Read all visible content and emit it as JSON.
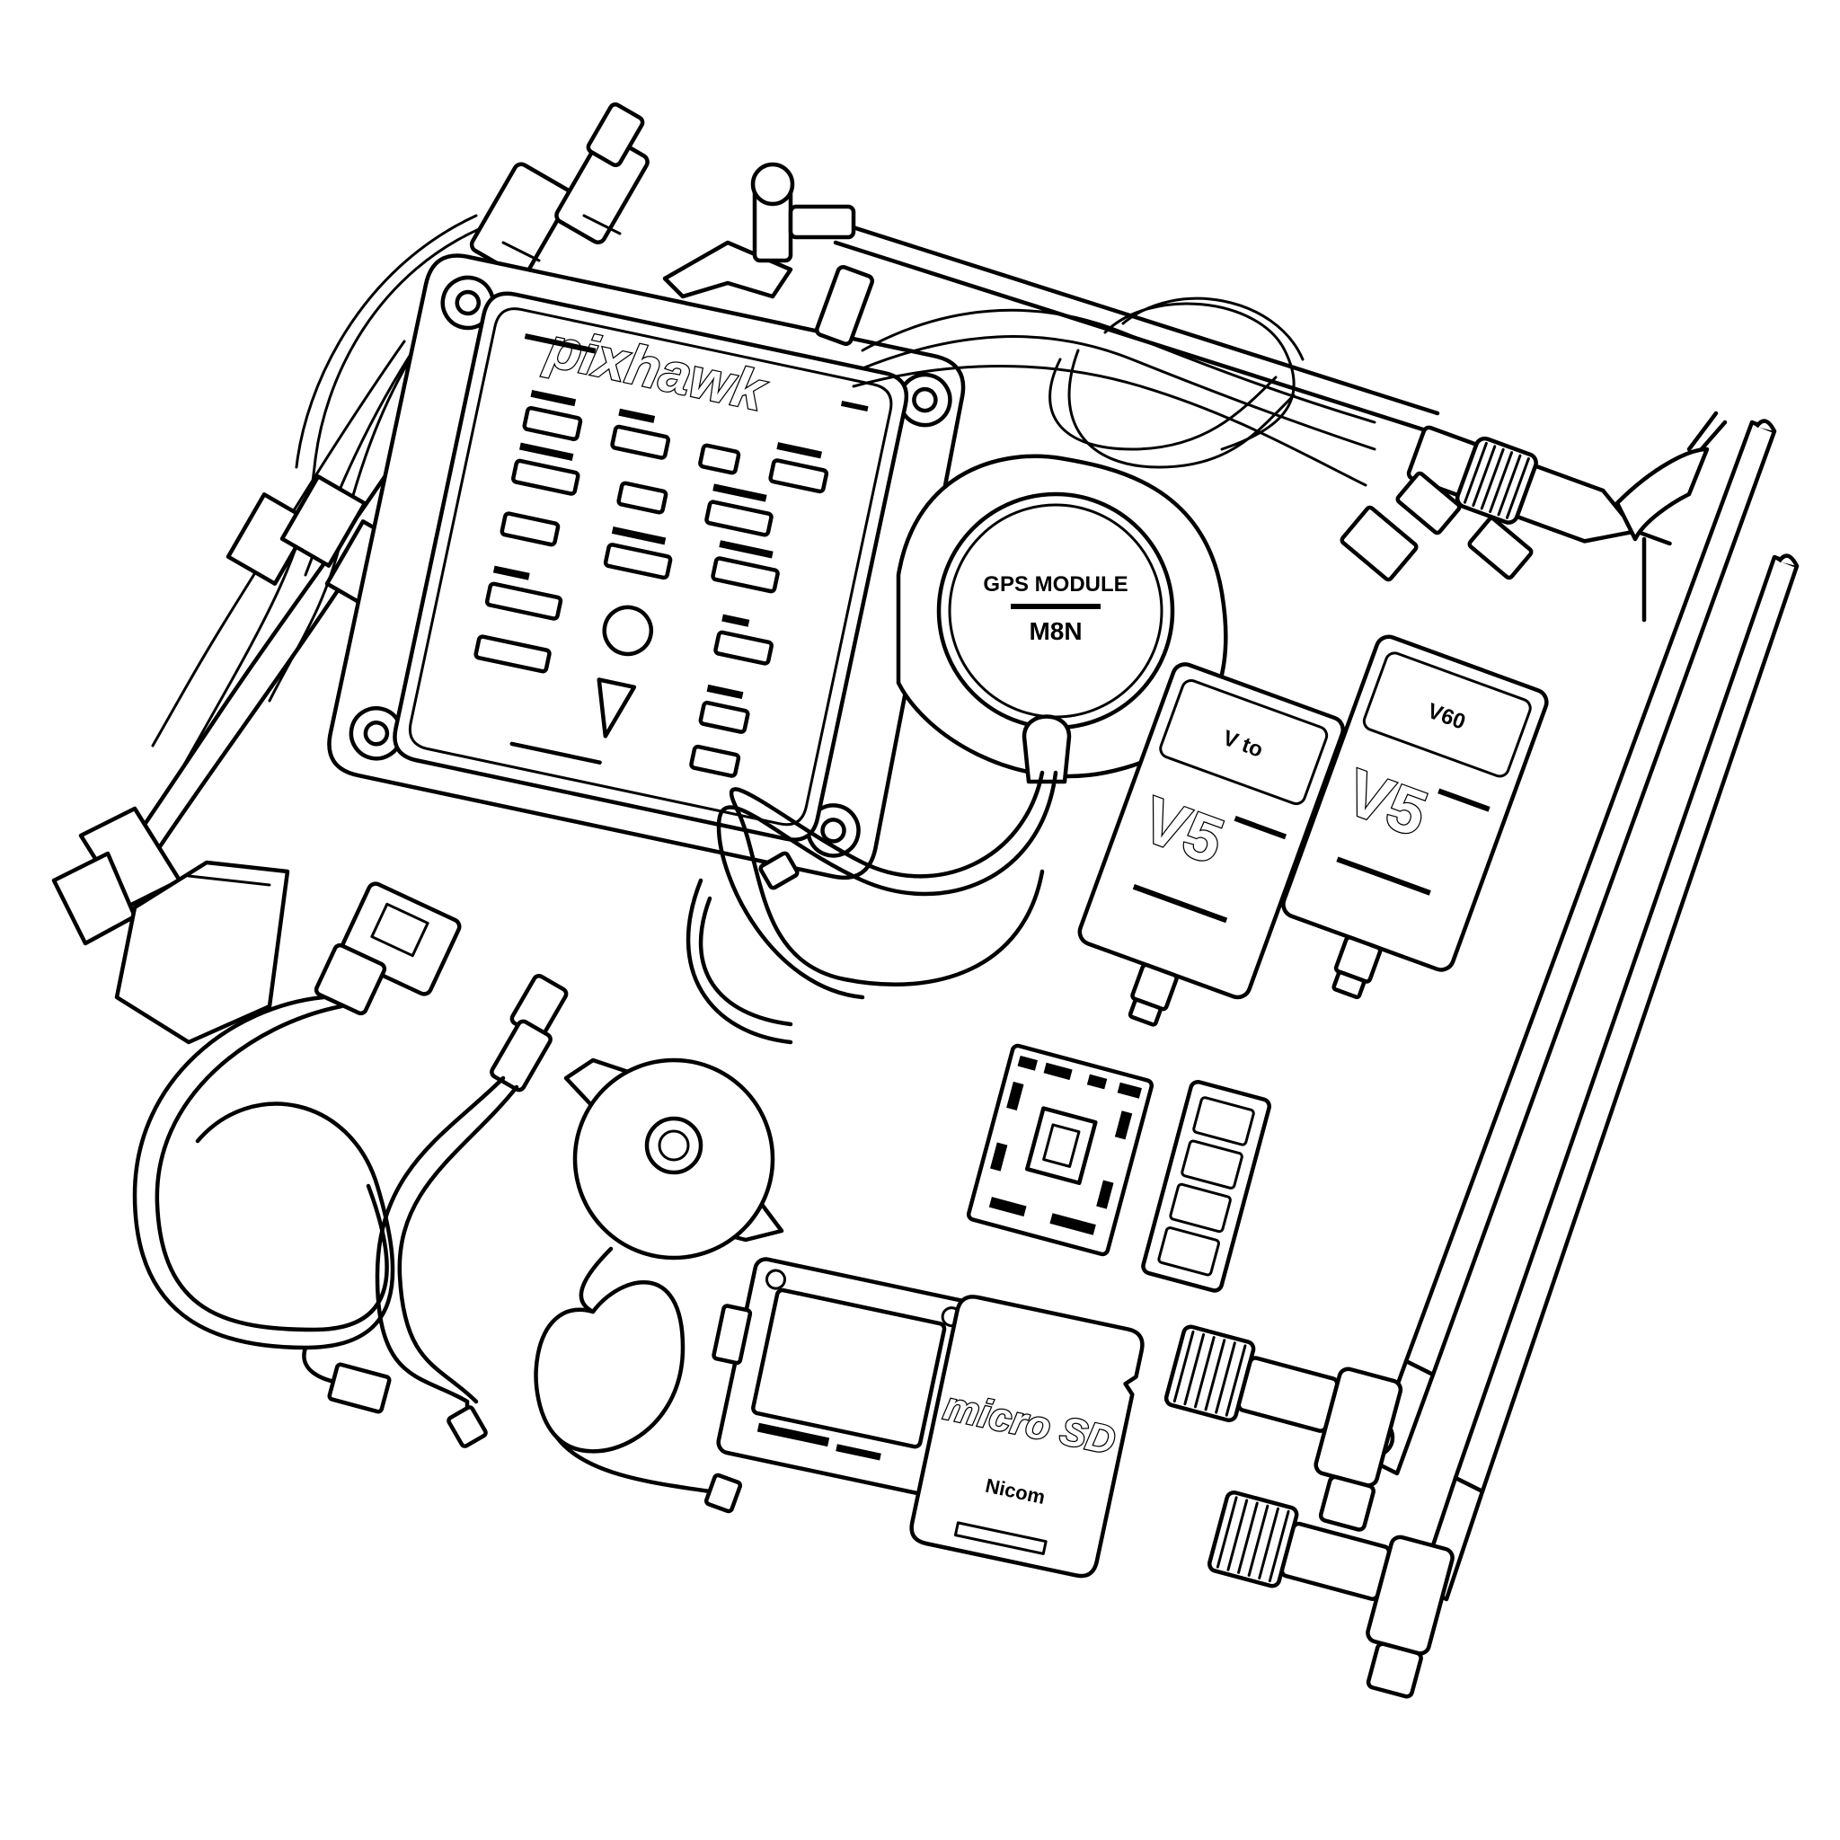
{
  "image": {
    "description_free": true,
    "palette": {
      "ink": "#000000",
      "paper": "#ffffff"
    }
  },
  "labels": {
    "flight_controller_brand": "pixhawk",
    "gps_line1": "GPS MODULE",
    "gps_line2": "M8N",
    "telemetry_left_top": "V to",
    "telemetry_left_badge": "V5",
    "telemetry_right_top": "V60",
    "telemetry_right_badge": "V5",
    "sd_card_logo": "micro SD",
    "sd_card_bottom": "Nicom"
  }
}
